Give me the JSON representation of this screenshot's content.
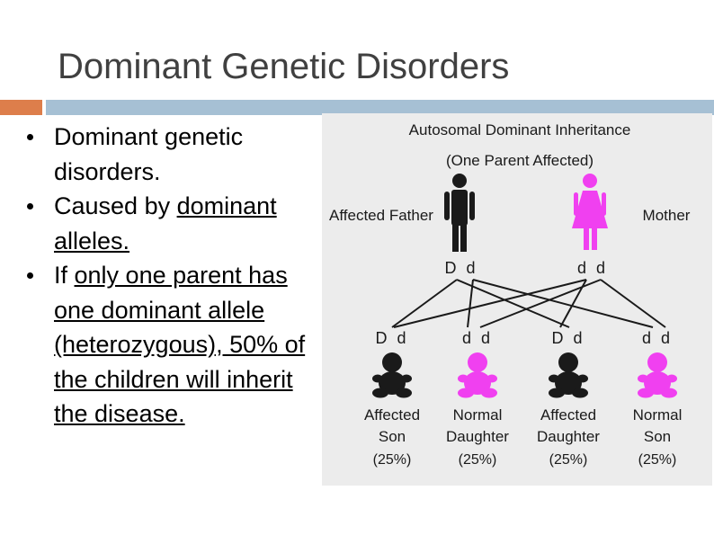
{
  "slide": {
    "title": "Dominant Genetic Disorders",
    "accent_colors": {
      "orange": "#dd7e4b",
      "blue": "#a6c0d4"
    }
  },
  "bullets": [
    {
      "plain": "Dominant genetic disorders."
    },
    {
      "plain": "Caused by ",
      "underlined": "dominant alleles."
    },
    {
      "plain": "If ",
      "underlined": "only one parent has one dominant allele (heterozygous), 50% of the children will inherit the disease."
    }
  ],
  "diagram": {
    "title": "Autosomal Dominant Inheritance",
    "subtitle": "(One Parent Affected)",
    "colors": {
      "affected": "#1a1a1a",
      "normal": "#f040f0",
      "background": "#ececec"
    },
    "parents": [
      {
        "label": "Affected Father",
        "genotype": "D d",
        "affected": true,
        "icon": "male-figure-icon"
      },
      {
        "label": "Mother",
        "genotype": "d d",
        "affected": false,
        "icon": "female-figure-icon"
      }
    ],
    "children": [
      {
        "genotype": "D d",
        "label_line1": "Affected",
        "label_line2": "Son",
        "percent": "(25%)",
        "affected": true
      },
      {
        "genotype": "d d",
        "label_line1": "Normal",
        "label_line2": "Daughter",
        "percent": "(25%)",
        "affected": false
      },
      {
        "genotype": "D d",
        "label_line1": "Affected",
        "label_line2": "Daughter",
        "percent": "(25%)",
        "affected": true
      },
      {
        "genotype": "d d",
        "label_line1": "Normal",
        "label_line2": "Son",
        "percent": "(25%)",
        "affected": false
      }
    ]
  }
}
